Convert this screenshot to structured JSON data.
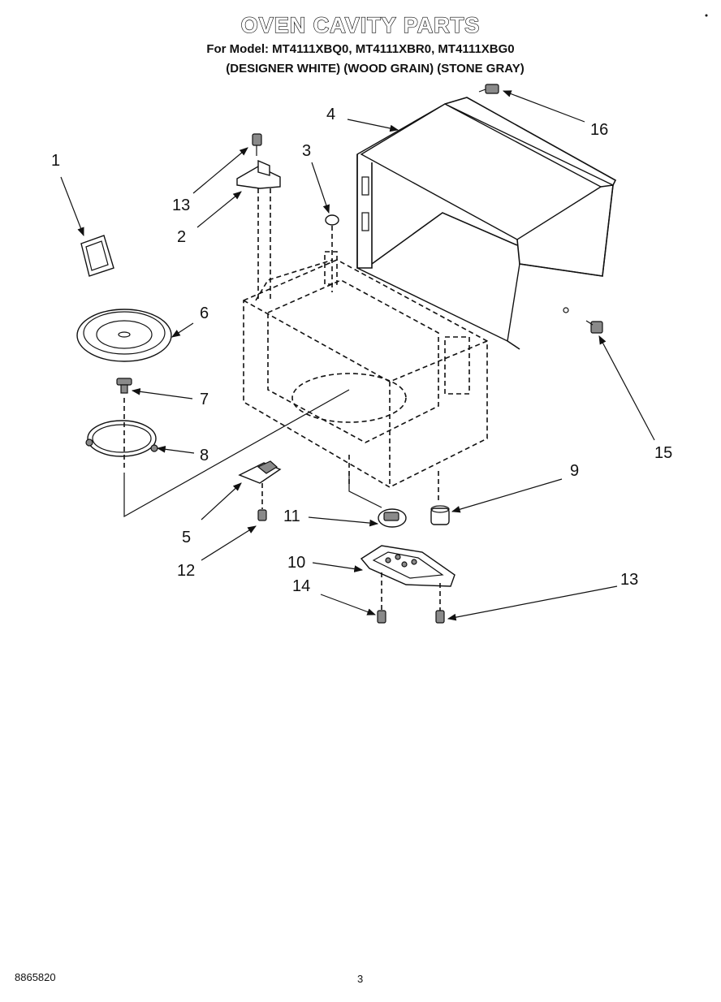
{
  "header": {
    "title": "OVEN CAVITY PARTS",
    "model_line": "For Model: MT4111XBQ0, MT4111XBR0, MT4111XBG0",
    "color_line": "(DESIGNER WHITE) (WOOD GRAIN) (STONE GRAY)"
  },
  "callouts": {
    "c1": "1",
    "c2": "2",
    "c3": "3",
    "c4": "4",
    "c5": "5",
    "c6": "6",
    "c7": "7",
    "c8": "8",
    "c9": "9",
    "c10": "10",
    "c11": "11",
    "c12": "12",
    "c13a": "13",
    "c13b": "13",
    "c14": "14",
    "c15": "15",
    "c16": "16"
  },
  "footer": {
    "doc_number": "8865820",
    "page_number": "3"
  }
}
